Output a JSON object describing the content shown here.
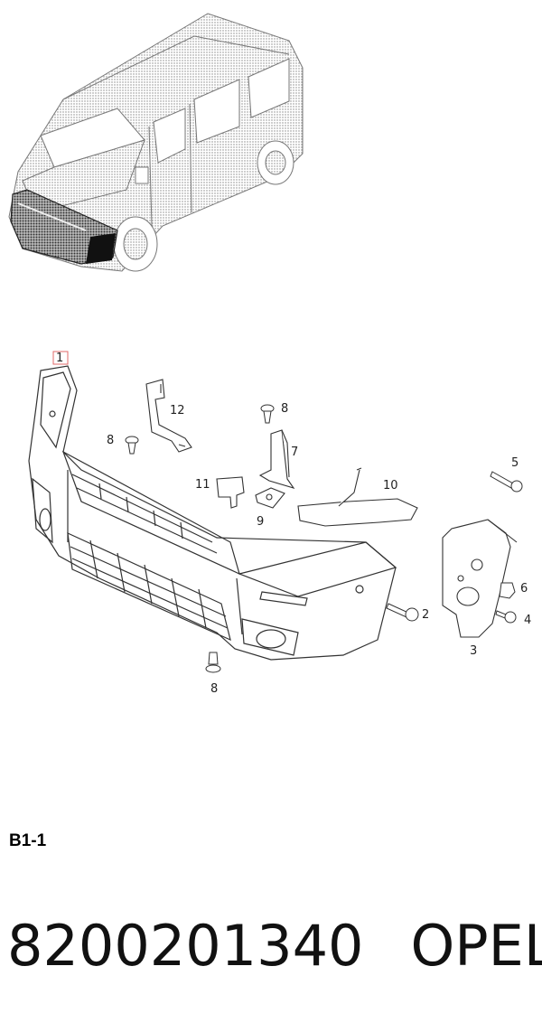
{
  "diagram": {
    "callouts": {
      "c1": "1",
      "c2": "2",
      "c3": "3",
      "c4": "4",
      "c5": "5",
      "c6": "6",
      "c7": "7",
      "c8a": "8",
      "c8b": "8",
      "c8c": "8",
      "c9": "9",
      "c10": "10",
      "c11": "11",
      "c12": "12"
    },
    "colors": {
      "line": "#333333",
      "highlight_box": "#e06a6a"
    }
  },
  "section_code": "B1-1",
  "footer": {
    "part_number": "8200201340",
    "brand": "OPEL"
  }
}
